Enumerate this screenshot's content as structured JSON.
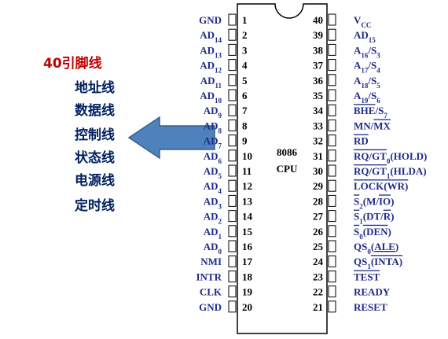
{
  "title": "40引脚线",
  "categories": [
    "地址线",
    "数据线",
    "控制线",
    "状态线",
    "电源线",
    "定时线"
  ],
  "chip": {
    "name_line1": "8086",
    "name_line2": "CPU"
  },
  "colors": {
    "title": "#c00000",
    "label": "#002060",
    "arrow_fill": "#4f81bd",
    "arrow_stroke": "#385d8a",
    "chip_stroke": "#000000",
    "pin_text": "#1f2b8a",
    "pin_num": "#000000",
    "bar": "#1f2b8a"
  },
  "left_pins": [
    {
      "num": "1",
      "name": [
        {
          "t": "GND"
        }
      ]
    },
    {
      "num": "2",
      "name": [
        {
          "t": "AD"
        },
        {
          "t": "14",
          "s": "sub"
        }
      ]
    },
    {
      "num": "3",
      "name": [
        {
          "t": "AD"
        },
        {
          "t": "13",
          "s": "sub"
        }
      ]
    },
    {
      "num": "4",
      "name": [
        {
          "t": "AD"
        },
        {
          "t": "12",
          "s": "sub"
        }
      ]
    },
    {
      "num": "5",
      "name": [
        {
          "t": "AD"
        },
        {
          "t": "11",
          "s": "sub"
        }
      ]
    },
    {
      "num": "6",
      "name": [
        {
          "t": "AD"
        },
        {
          "t": "10",
          "s": "sub"
        }
      ]
    },
    {
      "num": "7",
      "name": [
        {
          "t": "AD"
        },
        {
          "t": "9",
          "s": "sub"
        }
      ]
    },
    {
      "num": "8",
      "name": [
        {
          "t": "AD"
        },
        {
          "t": "8",
          "s": "sub"
        }
      ]
    },
    {
      "num": "9",
      "name": [
        {
          "t": "AD"
        },
        {
          "t": "7",
          "s": "sub"
        }
      ]
    },
    {
      "num": "10",
      "name": [
        {
          "t": "AD"
        },
        {
          "t": "6",
          "s": "sub"
        }
      ]
    },
    {
      "num": "11",
      "name": [
        {
          "t": "AD"
        },
        {
          "t": "5",
          "s": "sub"
        }
      ]
    },
    {
      "num": "12",
      "name": [
        {
          "t": "AD"
        },
        {
          "t": "4",
          "s": "sub"
        }
      ]
    },
    {
      "num": "13",
      "name": [
        {
          "t": "AD"
        },
        {
          "t": "3",
          "s": "sub"
        }
      ]
    },
    {
      "num": "14",
      "name": [
        {
          "t": "AD"
        },
        {
          "t": "2",
          "s": "sub"
        }
      ]
    },
    {
      "num": "15",
      "name": [
        {
          "t": "AD"
        },
        {
          "t": "1",
          "s": "sub"
        }
      ]
    },
    {
      "num": "16",
      "name": [
        {
          "t": "AD"
        },
        {
          "t": "0",
          "s": "sub"
        }
      ]
    },
    {
      "num": "17",
      "name": [
        {
          "t": "NMI"
        }
      ]
    },
    {
      "num": "18",
      "name": [
        {
          "t": "INTR"
        }
      ]
    },
    {
      "num": "19",
      "name": [
        {
          "t": "CLK"
        }
      ]
    },
    {
      "num": "20",
      "name": [
        {
          "t": "GND"
        }
      ]
    }
  ],
  "right_pins": [
    {
      "num": "40",
      "name": [
        {
          "t": "V"
        },
        {
          "t": "CC",
          "s": "sub"
        }
      ]
    },
    {
      "num": "39",
      "name": [
        {
          "t": "AD"
        },
        {
          "t": "15",
          "s": "sub"
        }
      ]
    },
    {
      "num": "38",
      "name": [
        {
          "t": "A"
        },
        {
          "t": "16",
          "s": "sub"
        },
        {
          "t": "/S"
        },
        {
          "t": "3",
          "s": "sub"
        }
      ]
    },
    {
      "num": "37",
      "name": [
        {
          "t": "A"
        },
        {
          "t": "17",
          "s": "sub"
        },
        {
          "t": "/S"
        },
        {
          "t": "4",
          "s": "sub"
        }
      ]
    },
    {
      "num": "36",
      "name": [
        {
          "t": "A"
        },
        {
          "t": "18",
          "s": "sub"
        },
        {
          "t": "/S"
        },
        {
          "t": "5",
          "s": "sub"
        }
      ]
    },
    {
      "num": "35",
      "name": [
        {
          "t": "A"
        },
        {
          "t": "19",
          "s": "sub"
        },
        {
          "t": "/S"
        },
        {
          "t": "6",
          "s": "sub"
        }
      ]
    },
    {
      "num": "34",
      "name": [
        {
          "t": "BHE",
          "o": 1
        },
        {
          "t": "/S"
        },
        {
          "t": "7",
          "s": "sub"
        }
      ]
    },
    {
      "num": "33",
      "name": [
        {
          "t": "MN/"
        },
        {
          "t": "MX",
          "o": 1
        }
      ]
    },
    {
      "num": "32",
      "name": [
        {
          "t": "RD",
          "o": 1
        }
      ]
    },
    {
      "num": "31",
      "name": [
        {
          "t": "RQ/GT",
          "o": 1
        },
        {
          "t": "0",
          "s": "sub"
        },
        {
          "t": "(HOLD)"
        }
      ]
    },
    {
      "num": "30",
      "name": [
        {
          "t": "RQ/GT",
          "o": 1
        },
        {
          "t": "1",
          "s": "sub"
        },
        {
          "t": "(HLDA)"
        }
      ]
    },
    {
      "num": "29",
      "name": [
        {
          "t": "LOCK",
          "o": 1
        },
        {
          "t": "(WR)",
          "o": 1
        }
      ]
    },
    {
      "num": "28",
      "name": [
        {
          "t": "S",
          "o": 1
        },
        {
          "t": "2",
          "s": "sub"
        },
        {
          "t": "(M/"
        },
        {
          "t": "IO",
          "o": 1
        },
        {
          "t": ")"
        }
      ]
    },
    {
      "num": "27",
      "name": [
        {
          "t": "S",
          "o": 1
        },
        {
          "t": "1",
          "s": "sub"
        },
        {
          "t": "(DT/"
        },
        {
          "t": "R",
          "o": 1
        },
        {
          "t": ")"
        }
      ]
    },
    {
      "num": "26",
      "name": [
        {
          "t": "S",
          "o": 1
        },
        {
          "t": "0",
          "s": "sub"
        },
        {
          "t": "(DEN",
          "o": 1
        },
        {
          "t": ")"
        }
      ]
    },
    {
      "num": "25",
      "name": [
        {
          "t": "QS"
        },
        {
          "t": "0",
          "s": "sub"
        },
        {
          "t": "("
        },
        {
          "t": "ALE",
          "u": 1
        },
        {
          "t": ")"
        }
      ]
    },
    {
      "num": "24",
      "name": [
        {
          "t": "QS"
        },
        {
          "t": "1",
          "s": "sub"
        },
        {
          "t": "(INTA)",
          "o": 1
        }
      ]
    },
    {
      "num": "23",
      "name": [
        {
          "t": "TEST",
          "o": 1
        }
      ]
    },
    {
      "num": "22",
      "name": [
        {
          "t": "READY"
        }
      ]
    },
    {
      "num": "21",
      "name": [
        {
          "t": "RESET"
        }
      ]
    }
  ]
}
